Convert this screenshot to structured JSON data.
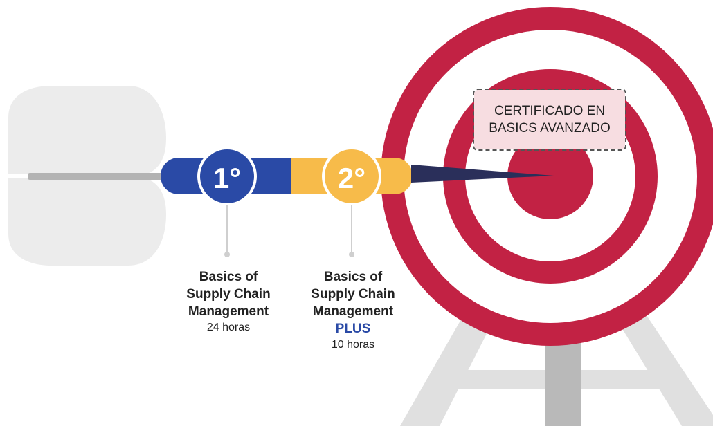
{
  "colors": {
    "target_red": "#c22244",
    "target_white": "#ffffff",
    "stand_grey": "#e0e0e0",
    "post_grey": "#b9b9b9",
    "dart_blue": "#2a4aa6",
    "dart_yellow": "#f7bb4a",
    "dart_tip": "#2a2f5a",
    "fletching_grey": "#ececec",
    "cert_fill": "#f7dde1"
  },
  "steps": [
    {
      "badge": "1°",
      "title_line1": "Basics of",
      "title_line2": "Supply Chain",
      "title_line3": "Management",
      "plus": "",
      "hours": "24 horas",
      "color": "#2a4aa6"
    },
    {
      "badge": "2°",
      "title_line1": "Basics of",
      "title_line2": "Supply Chain",
      "title_line3": "Management",
      "plus": "PLUS",
      "hours": "10 horas",
      "color": "#f7bb4a"
    }
  ],
  "certificate": {
    "line1": "CERTIFICADO EN",
    "line2": "BASICS AVANZADO"
  }
}
